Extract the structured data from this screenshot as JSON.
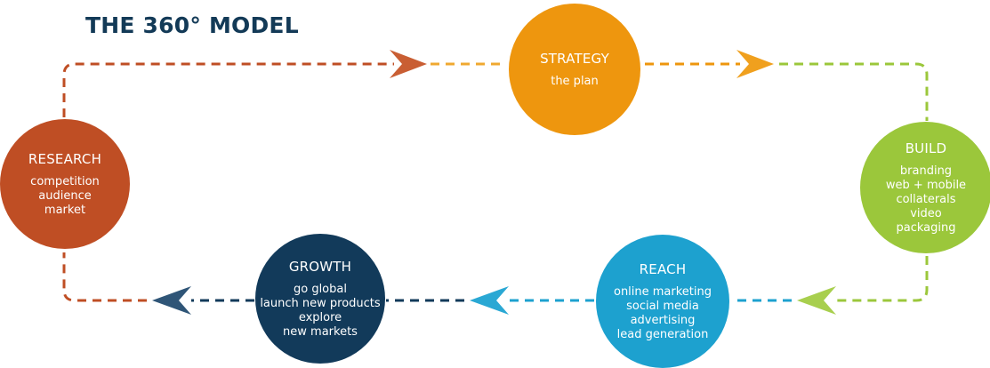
{
  "title": "THE 360° MODEL",
  "stages": [
    {
      "id": "strategy",
      "name": "STRATEGY",
      "items": [
        "the plan"
      ],
      "color": "#ee960e"
    },
    {
      "id": "build",
      "name": "BUILD",
      "items": [
        "branding",
        "web + mobile",
        "collaterals",
        "video",
        "packaging"
      ],
      "color": "#9bc73b"
    },
    {
      "id": "reach",
      "name": "REACH",
      "items": [
        "online marketing",
        "social media",
        "advertising",
        "lead generation"
      ],
      "color": "#1da1cf"
    },
    {
      "id": "growth",
      "name": "GROWTH",
      "items": [
        "go global",
        "launch new products",
        "explore",
        "new markets"
      ],
      "color": "#123a5a"
    },
    {
      "id": "research",
      "name": "RESEARCH",
      "items": [
        "competition",
        "audience",
        "market"
      ],
      "color": "#bf4e24"
    }
  ],
  "flow_order": [
    "research",
    "strategy",
    "build",
    "reach",
    "growth",
    "research"
  ]
}
